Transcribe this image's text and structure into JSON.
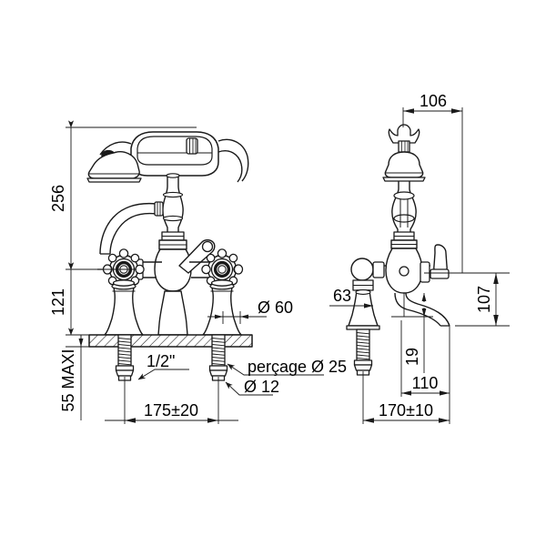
{
  "drawing": {
    "title": "Bath shower mixer tap technical dimension drawing",
    "background_color": "#ffffff",
    "line_color": "#1a1a1a",
    "units": "mm",
    "views": [
      {
        "name": "front-view",
        "label": ""
      },
      {
        "name": "side-view",
        "label": ""
      }
    ]
  },
  "dimensions": {
    "front": {
      "overall_height": "256",
      "handle_height": "121",
      "deck_thickness_max": "55 MAXI",
      "centre_distance": "175±20",
      "base_diameter": "Ø 60",
      "thread_size": "1/2\"",
      "drill_hole": "perçage  Ø 25",
      "tail_diameter": "Ø 12"
    },
    "side": {
      "top_width": "106",
      "spout_height": "107",
      "handle_offset": "63",
      "spout_drop": "19",
      "spout_reach": "110",
      "overall_reach": "170±10"
    }
  },
  "labels": [
    {
      "id": "dim-256",
      "text": "256",
      "orientation": "vertical"
    },
    {
      "id": "dim-121",
      "text": "121",
      "orientation": "vertical"
    },
    {
      "id": "dim-55maxi",
      "text": "55 MAXI",
      "orientation": "vertical"
    },
    {
      "id": "dim-175",
      "text": "175±20",
      "orientation": "horizontal"
    },
    {
      "id": "dim-d60",
      "text": "Ø 60",
      "orientation": "horizontal"
    },
    {
      "id": "dim-half-inch",
      "text": "1/2\"",
      "orientation": "horizontal"
    },
    {
      "id": "dim-percage",
      "text": "perçage  Ø 25",
      "orientation": "horizontal"
    },
    {
      "id": "dim-d12",
      "text": "Ø 12",
      "orientation": "horizontal"
    },
    {
      "id": "dim-106",
      "text": "106",
      "orientation": "horizontal"
    },
    {
      "id": "dim-107",
      "text": "107",
      "orientation": "vertical"
    },
    {
      "id": "dim-63",
      "text": "63",
      "orientation": "horizontal"
    },
    {
      "id": "dim-19",
      "text": "19",
      "orientation": "vertical"
    },
    {
      "id": "dim-110",
      "text": "110",
      "orientation": "horizontal"
    },
    {
      "id": "dim-170",
      "text": "170±10",
      "orientation": "horizontal"
    }
  ]
}
